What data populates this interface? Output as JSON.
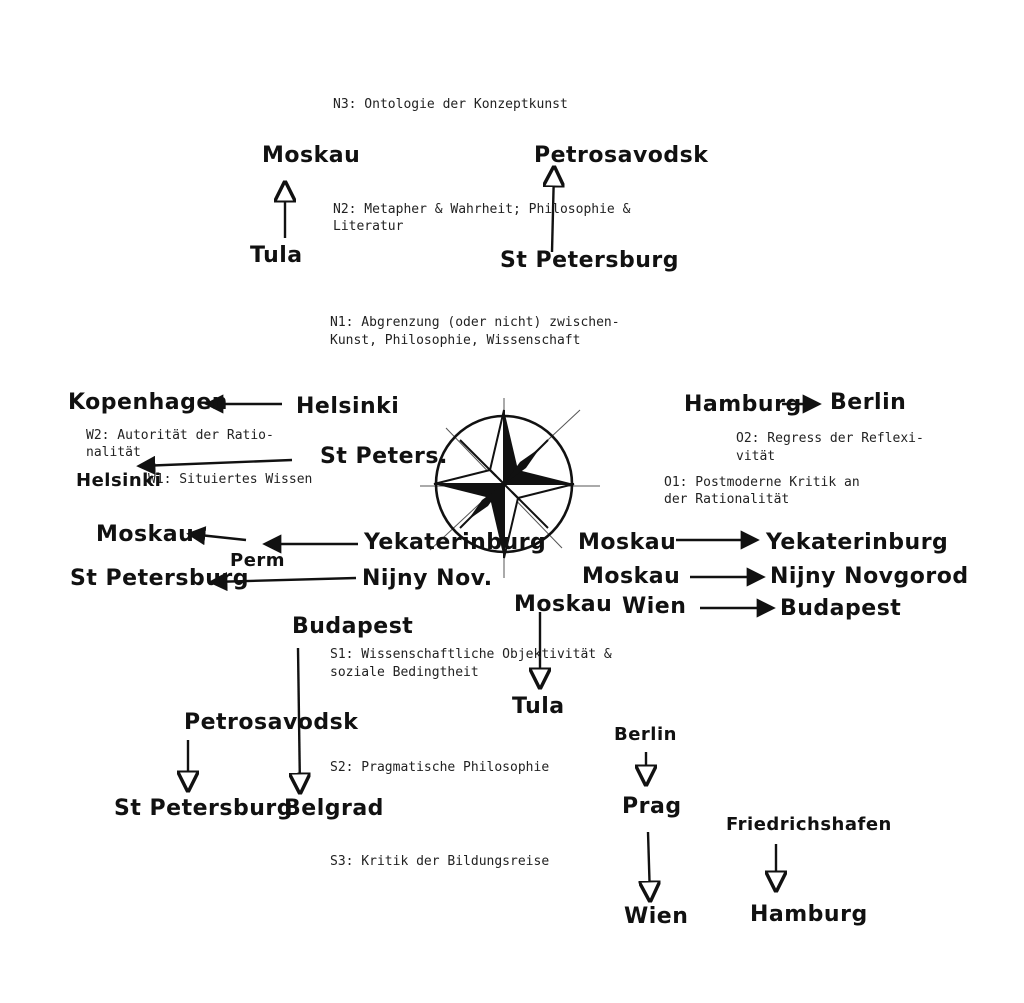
{
  "headings": {
    "n3": "N3: Ontologie der Konzeptkunst",
    "n2_line1": "N2: Metapher & Wahrheit; Philosophie &",
    "n2_line2": "Literatur",
    "n1_line1": "N1: Abgrenzung (oder nicht) zwischen-",
    "n1_line2": "Kunst, Philosophie, Wissenschaft",
    "w2_line1": "W2: Autorität der Ratio-",
    "w2_line2": "nalität",
    "w1": "W1: Situiertes Wissen",
    "o2_line1": "O2: Regress der Reflexi-",
    "o2_line2": "vität",
    "o1_line1": "O1: Postmoderne Kritik an",
    "o1_line2": "der Rationalität",
    "s1_line1": "S1: Wissenschaftliche Objektivität &",
    "s1_line2": "soziale Bedingtheit",
    "s2": "S2: Pragmatische Philosophie",
    "s3": "S3: Kritik der Bildungsreise"
  },
  "places": {
    "moskau_n": "Moskau",
    "tula_n": "Tula",
    "petrozavodsk_n": "Petrosavodsk",
    "stpetersburg_n": "St Petersburg",
    "kopenhagen": "Kopenhagen",
    "helsinki_w": "Helsinki",
    "stpeters_w": "St Peters.",
    "helsinki_w2": "Helsinki",
    "moskau_w": "Moskau",
    "perm": "Perm",
    "yekaterinburg_w": "Yekaterinburg",
    "stpetersburg_w": "St Petersburg",
    "nijny_w": "Nijny Nov.",
    "hamburg_e": "Hamburg",
    "berlin_e": "Berlin",
    "moskau_e1": "Moskau",
    "yekaterinburg_e": "Yekaterinburg",
    "moskau_e2": "Moskau",
    "nijny_e": "Nijny Novgorod",
    "wien_e": "Wien",
    "budapest_e": "Budapest",
    "moskau_s": "Moskau",
    "tula_s": "Tula",
    "budapest_s": "Budapest",
    "belgrad": "Belgrad",
    "petrozavodsk_s": "Petrosavodsk",
    "stpetersburg_s": "St Petersburg",
    "berlin_s": "Berlin",
    "prag": "Prag",
    "wien_s": "Wien",
    "friedrichshafen": "Friedrichshafen",
    "hamburg_s": "Hamburg"
  },
  "icons": {
    "compass": "compass-rose-icon"
  },
  "colors": {
    "ink": "#111111",
    "type": "#222222",
    "paper": "#ffffff"
  }
}
